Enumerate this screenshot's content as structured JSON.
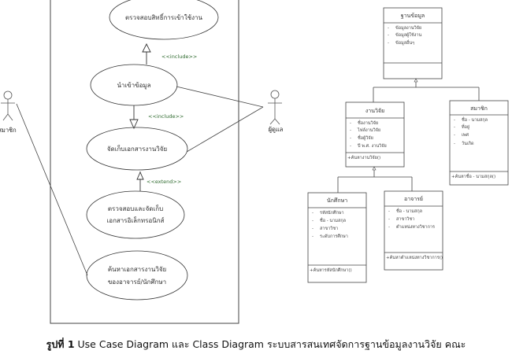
{
  "use_case_diagram": {
    "actors": [
      {
        "id": "member",
        "label": "สมาชิก"
      },
      {
        "id": "admin",
        "label": "ผู้ดูแล"
      }
    ],
    "use_cases": [
      {
        "id": "uc1",
        "lines": [
          "ตรวจสอบสิทธิ์การเข้าใช้งาน"
        ]
      },
      {
        "id": "uc2",
        "lines": [
          "นำเข้าข้อมูล"
        ]
      },
      {
        "id": "uc3",
        "lines": [
          "จัดเก็บเอกสารงานวิจัย"
        ]
      },
      {
        "id": "uc4",
        "lines": [
          "ตรวจสอบและจัดเก็บ",
          "เอกสารอิเล็กทรอนิกส์"
        ]
      },
      {
        "id": "uc5",
        "lines": [
          "ค้นหาเอกสารงานวิจัย",
          "ของอาจารย์/นักศึกษา"
        ]
      }
    ],
    "relations": [
      {
        "from": "uc2",
        "to": "uc1",
        "stereotype": "<<include>>"
      },
      {
        "from": "uc2",
        "to": "uc3",
        "stereotype": "<<include>>"
      },
      {
        "from": "uc4",
        "to": "uc3",
        "stereotype": "<<extend>>"
      }
    ]
  },
  "class_diagram": {
    "classes": [
      {
        "id": "database",
        "name": "ฐานข้อมูล",
        "attributes": [
          "ข้อมูลงานวิจัย",
          "ข้อมูลผู้ใช้งาน",
          "ข้อมูลอื่นๆ"
        ],
        "operations": []
      },
      {
        "id": "research",
        "name": "งานวิจัย",
        "attributes": [
          "ชื่องานวิจัย",
          "ไฟล์งานวิจัย",
          "ชื่อผู้วิจัย",
          "ปี พ.ศ. งานวิจัย"
        ],
        "operations": [
          "+ค้นหางานวิจัย()"
        ]
      },
      {
        "id": "member",
        "name": "สมาชิก",
        "attributes": [
          "ชื่อ - นามสกุล",
          "ที่อยู่",
          "เพศ",
          "วันเกิด"
        ],
        "operations": [
          "+ค้นหาชื่อ - นามสกุล()"
        ]
      },
      {
        "id": "student",
        "name": "นักศึกษา",
        "attributes": [
          "รหัสนักศึกษา",
          "ชื่อ - นามสกุล",
          "สาขาวิชา",
          "ระดับการศึกษา"
        ],
        "operations": [
          "+ค้นหารหัสนักศึกษา()"
        ]
      },
      {
        "id": "teacher",
        "name": "อาจารย์",
        "attributes": [
          "ชื่อ - นามสกุล",
          "สาขาวิชา",
          "ตำแหน่งทางวิชาการ"
        ],
        "operations": [
          "+ค้นหาตำแหน่งทางวิชาการ()"
        ]
      }
    ]
  },
  "caption": {
    "label": "รูปที่ 1",
    "text": " Use Case Diagram และ Class Diagram ระบบสารสนเทศจัดการฐานข้อมูลงานวิจัย คณะ"
  }
}
